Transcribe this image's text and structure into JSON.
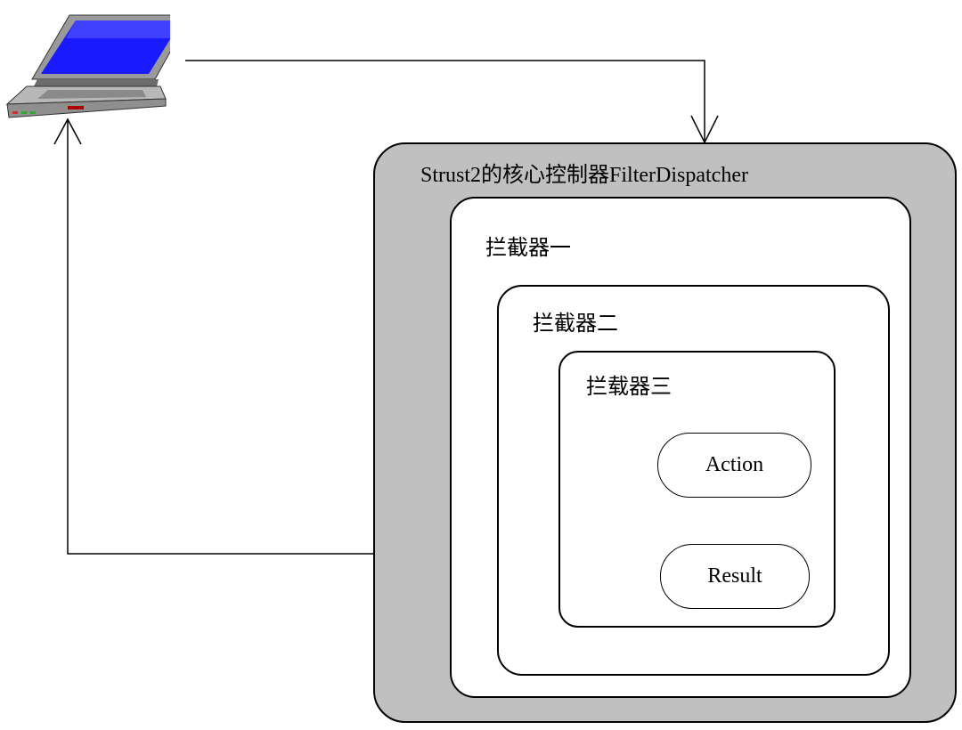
{
  "dispatcher": {
    "label": "Strust2的核心控制器FilterDispatcher"
  },
  "interceptors": [
    {
      "label": "拦截器一"
    },
    {
      "label": "拦截器二"
    },
    {
      "label": "拦载器三"
    }
  ],
  "action": {
    "label": "Action"
  },
  "result": {
    "label": "Result"
  },
  "client": {
    "icon": "laptop-icon"
  },
  "colors": {
    "dispatcher_fill": "#c0c0c0",
    "laptop_screen": "#1a1aff"
  }
}
